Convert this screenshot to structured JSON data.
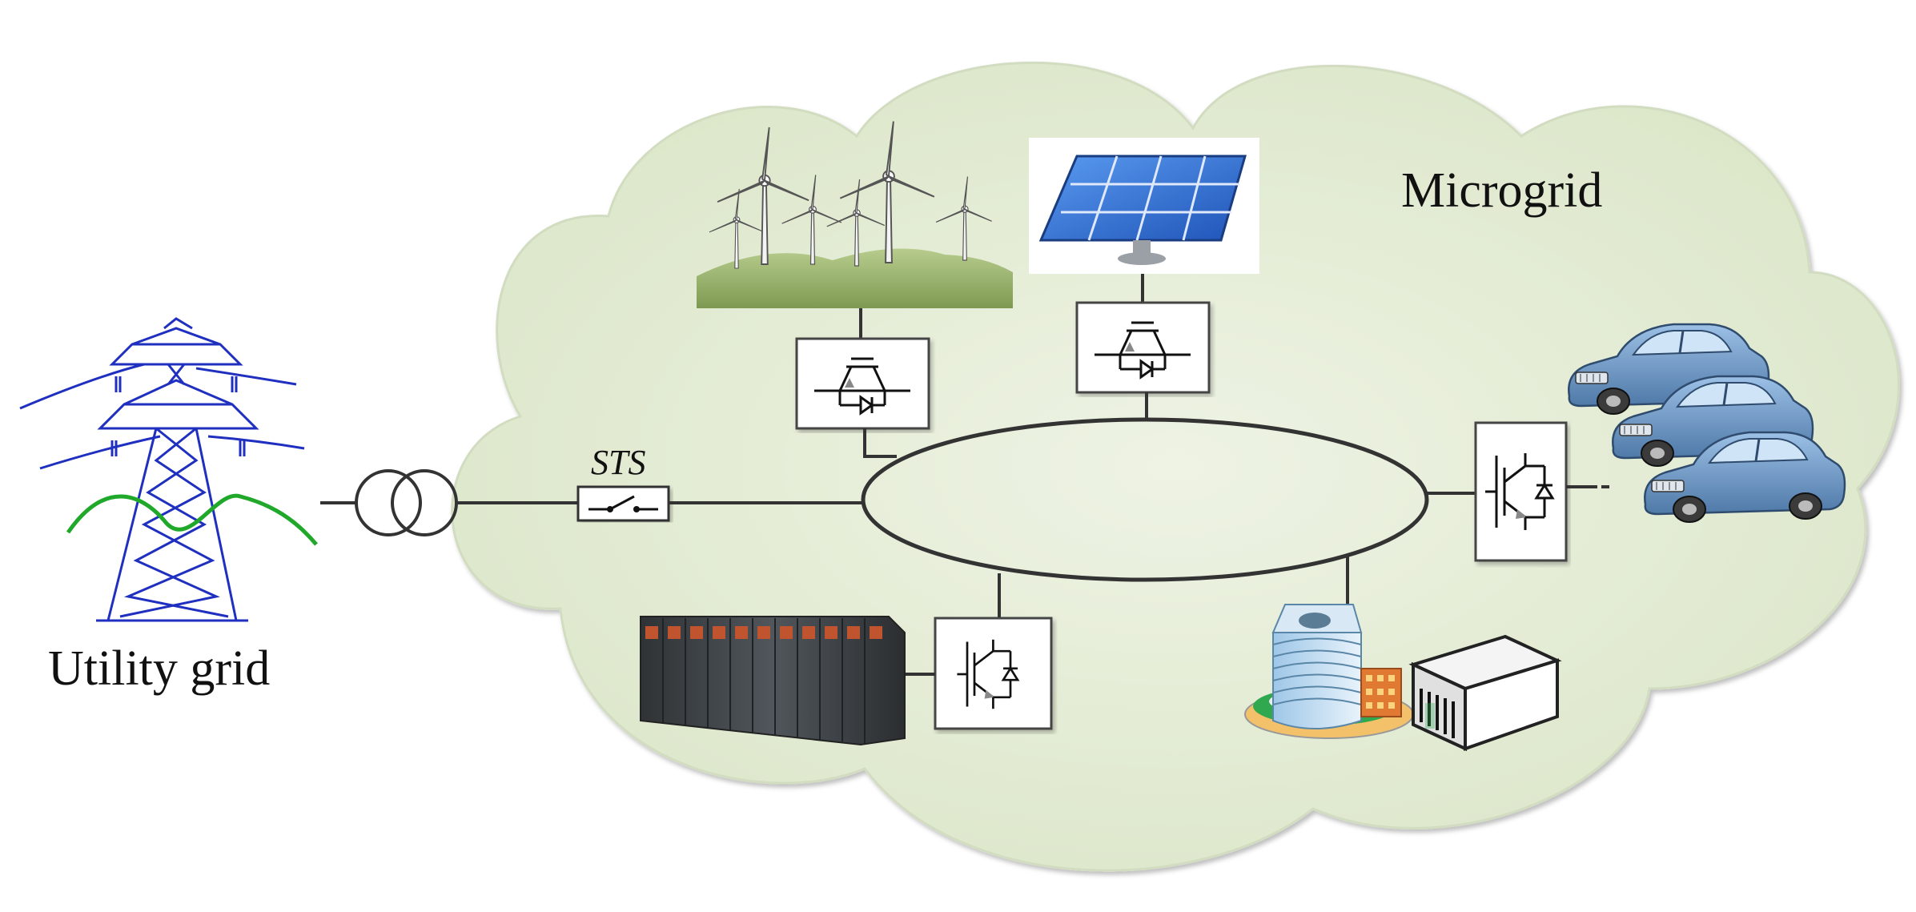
{
  "labels": {
    "microgrid": "Microgrid",
    "utility_grid": "Utility grid",
    "sts": "STS"
  },
  "colors": {
    "cloud_fill": "#e4ecd6",
    "cloud_edge": "#c9d6b6",
    "tower_blue": "#1f2fbf",
    "green_wave": "#1fa82a",
    "line": "#333333",
    "panel_blue": "#2f6fd6",
    "car_blue": "#6d98c8",
    "battery": "#3e4347",
    "hill_green": "#a3bd78"
  },
  "components": [
    {
      "name": "wind-turbines",
      "converter": "ac-dc"
    },
    {
      "name": "solar-panel",
      "converter": "ac-dc"
    },
    {
      "name": "electric-vehicles",
      "converter": "igbt"
    },
    {
      "name": "battery-storage",
      "converter": "igbt"
    },
    {
      "name": "building-load",
      "converter": "none"
    }
  ]
}
